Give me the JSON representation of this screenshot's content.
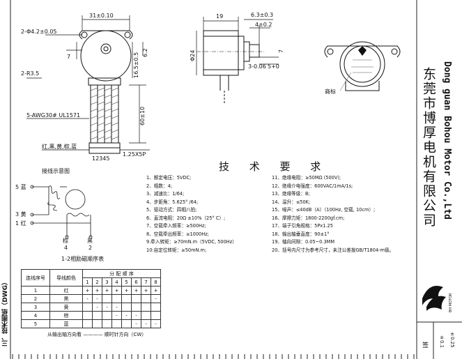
{
  "top_view": {
    "width_dim": "31±0.10",
    "hole_dim": "2-Φ4.2±0.05",
    "radius_dim": "2-R3.5",
    "left_dim": "7",
    "h_dim1": "16.5±0.5",
    "h_dim2": "6.2",
    "wire_label": "5-AWG30# UL1571",
    "lead_dim": "60±10",
    "connector_label": "1.25X5P",
    "color_label": "红,黑,黄,棕,蓝",
    "pin_numbers": "12345"
  },
  "side_view": {
    "dim_19": "19",
    "dim_6_3": "6.3±0.3",
    "dim_4": "4±0.2",
    "dia_24": "Φ24",
    "dim_shaft": "3-0.06",
    "dim_5": "5+0",
    "dim_7": "7"
  },
  "product_view": {
    "logo_label": "商标"
  },
  "wiring": {
    "title": "接线示意图",
    "pin5": "5 蓝",
    "pin3": "3 黄",
    "pin1": "1 红",
    "pin4_color": "棕",
    "pin4": "4",
    "pin2_color": "黑",
    "pin2": "2",
    "sequence_title": "1-2相励磁顺序表"
  },
  "requirements": {
    "title": "技 术 要 求",
    "left": [
      "1、额定电压：5VDC;",
      "2、相数：4;",
      "3、减速比：1/64;",
      "4、步距角：5.625° /64;",
      "5、驱动方式：四相八拍;",
      "6、直流电阻：20Ω ±10%（25° C）;",
      "7、空载牵入频率：≥500Hz;",
      "8、空载牵出频率：≥1000Hz;",
      "9.牵入转矩：≥70mN.m（5VDC, 500Hz）",
      "10:自定位转矩：≥50mN.m;"
    ],
    "right": [
      "11、绝缘电阻：≥50MΩ (500V);",
      "12、绝缘介电强度：600VAC/1mA/1s;",
      "13、绝缘等级：B;",
      "14、温升：≤50K;",
      "15、噪声：≤40dB（A）（100Hz, 空载, 10cm）;",
      "16、摩擦力矩：1800-2200gf.cm;",
      "17、端子引角规格：5Px1.25",
      "18、输出轴垂直度：90±1°",
      "19、轴向间隙：0.05~0.3MM",
      "20、括号内尺寸为参考尺寸，未注公差按GB/T1804-m级。"
    ]
  },
  "sequence_table": {
    "header_no": "连线序号",
    "header_color": "导线颜色",
    "header_group": "分 配 顺 序",
    "steps": [
      "1",
      "2",
      "3",
      "4",
      "5",
      "6",
      "7",
      "8"
    ],
    "rows": [
      {
        "no": "1",
        "color": "红",
        "cells": [
          "+",
          "+",
          "+",
          "+",
          "+",
          "+",
          "+",
          "+"
        ]
      },
      {
        "no": "2",
        "color": "黑",
        "cells": [
          "-",
          "-",
          "",
          "",
          "",
          "",
          "",
          "-"
        ]
      },
      {
        "no": "3",
        "color": "黄",
        "cells": [
          "",
          "-",
          "-",
          "-",
          "",
          "",
          "",
          ""
        ]
      },
      {
        "no": "4",
        "color": "棕",
        "cells": [
          "",
          "",
          "",
          "-",
          "-",
          "-",
          "",
          ""
        ]
      },
      {
        "no": "5",
        "color": "蓝",
        "cells": [
          "",
          "",
          "",
          "",
          "",
          "-",
          "-",
          "-"
        ]
      }
    ],
    "footer": "从输出轴方向看 ———— 顺时针方向（CW）"
  },
  "company": {
    "cn": "东莞市博厚电机有限公司",
    "en": "Dong guan Bohou Motor Co.,Ltd",
    "logo_text": "BH MOTOR"
  },
  "left_strip": "三、技术图纸（DWG）",
  "corner": {
    "label": "签",
    "tol1": "±0.1",
    "tol2": "±0.25"
  }
}
